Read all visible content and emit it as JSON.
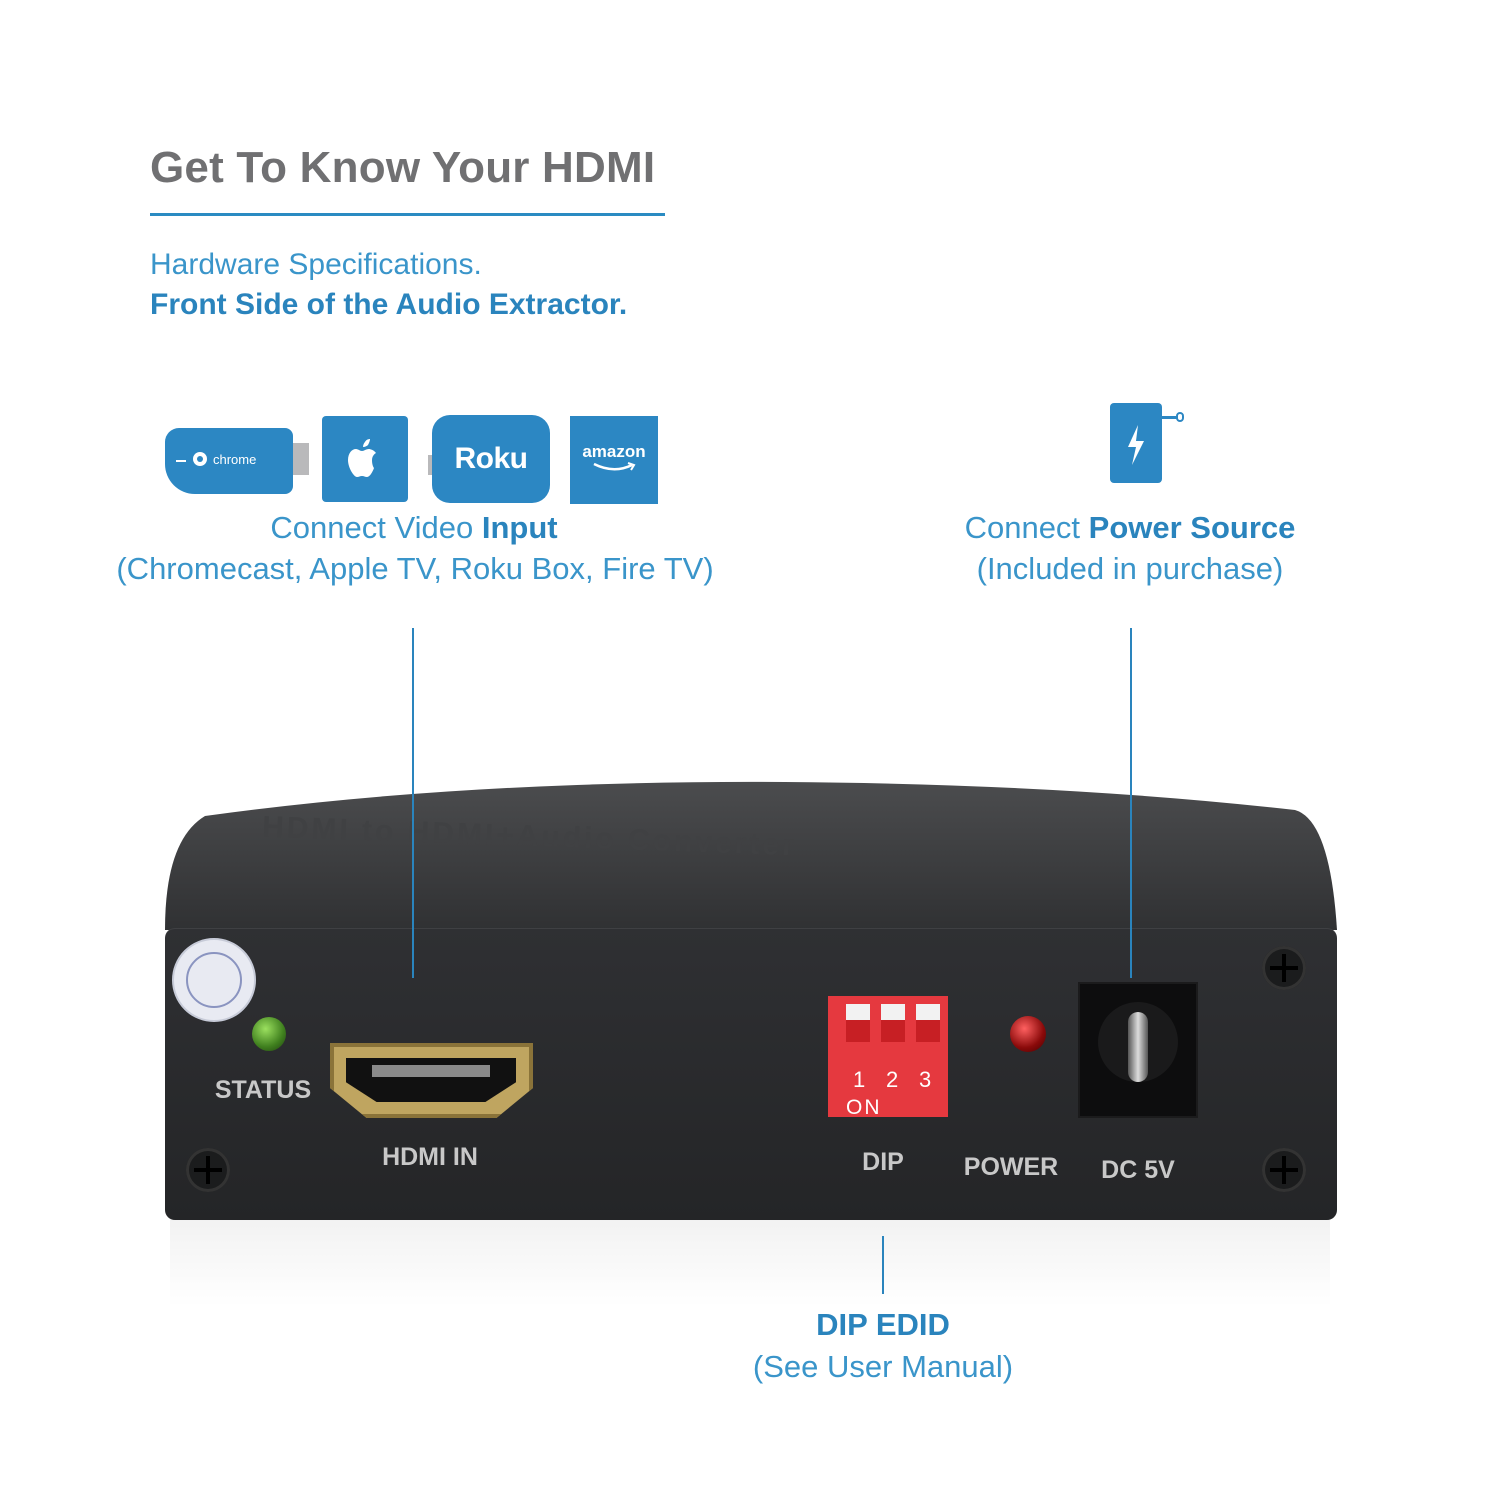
{
  "header": {
    "title": "Get To Know Your HDMI",
    "subtitle": "Hardware Specifications.",
    "subtitle_bold": "Front Side of the Audio Extractor."
  },
  "logos": {
    "chrome": "chrome",
    "roku": "Roku",
    "amazon": "amazon",
    "apple_icon": "apple-icon"
  },
  "captions": {
    "input_line1_regular": "Connect Video ",
    "input_line1_bold": "Input",
    "input_line2": "(Chromecast, Apple TV, Roku Box, Fire TV)",
    "power_line1_regular": "Connect ",
    "power_line1_bold": "Power Source",
    "power_line2": "(Included in purchase)",
    "dip_line1": "DIP EDID",
    "dip_line2": "(See User Manual)"
  },
  "device": {
    "top_text": "HDMI to HDMI+Audio Converter",
    "labels": {
      "status": "STATUS",
      "hdmi_in": "HDMI  IN",
      "dip": "DIP",
      "power": "POWER",
      "dc": "DC  5V"
    },
    "dip_numbers": [
      "1",
      "2",
      "3"
    ],
    "dip_on": "ON"
  },
  "colors": {
    "accent": "#2a84bd",
    "accent_light": "#3a95ca",
    "title_gray": "#707072",
    "device": "#2a2b2d"
  }
}
